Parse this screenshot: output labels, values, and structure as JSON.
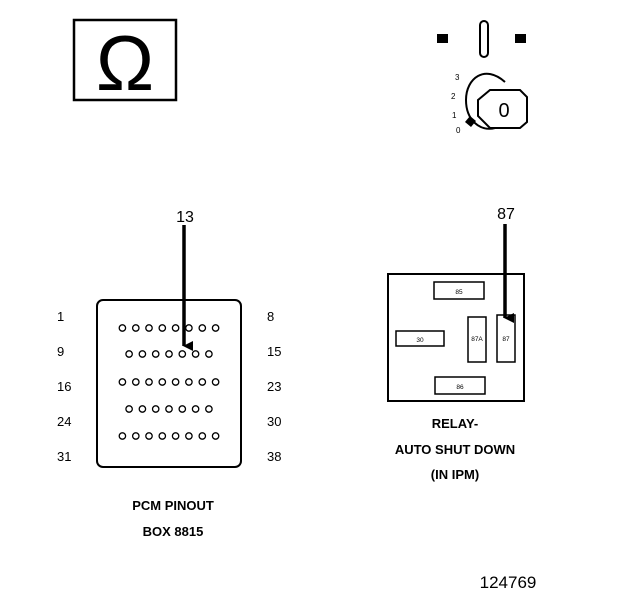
{
  "ohm_symbol": "Ω",
  "ignition": {
    "positions": [
      "3",
      "2",
      "1",
      "0"
    ],
    "key_label": "0"
  },
  "pcm": {
    "pointer_label": "13",
    "row_labels_left": [
      "1",
      "9",
      "16",
      "24",
      "31"
    ],
    "row_labels_right": [
      "8",
      "15",
      "23",
      "30",
      "38"
    ],
    "row_pin_counts": [
      8,
      7,
      8,
      7,
      8
    ],
    "caption_line1": "PCM PINOUT",
    "caption_line2": "BOX 8815"
  },
  "relay": {
    "pointer_label": "87",
    "terminals": {
      "t85": "85",
      "t30": "30",
      "t87a": "87A",
      "t87": "87",
      "t86": "86"
    },
    "caption_line1": "RELAY-",
    "caption_line2": "AUTO SHUT DOWN",
    "caption_line3": "(IN IPM)"
  },
  "figure_number": "124769"
}
